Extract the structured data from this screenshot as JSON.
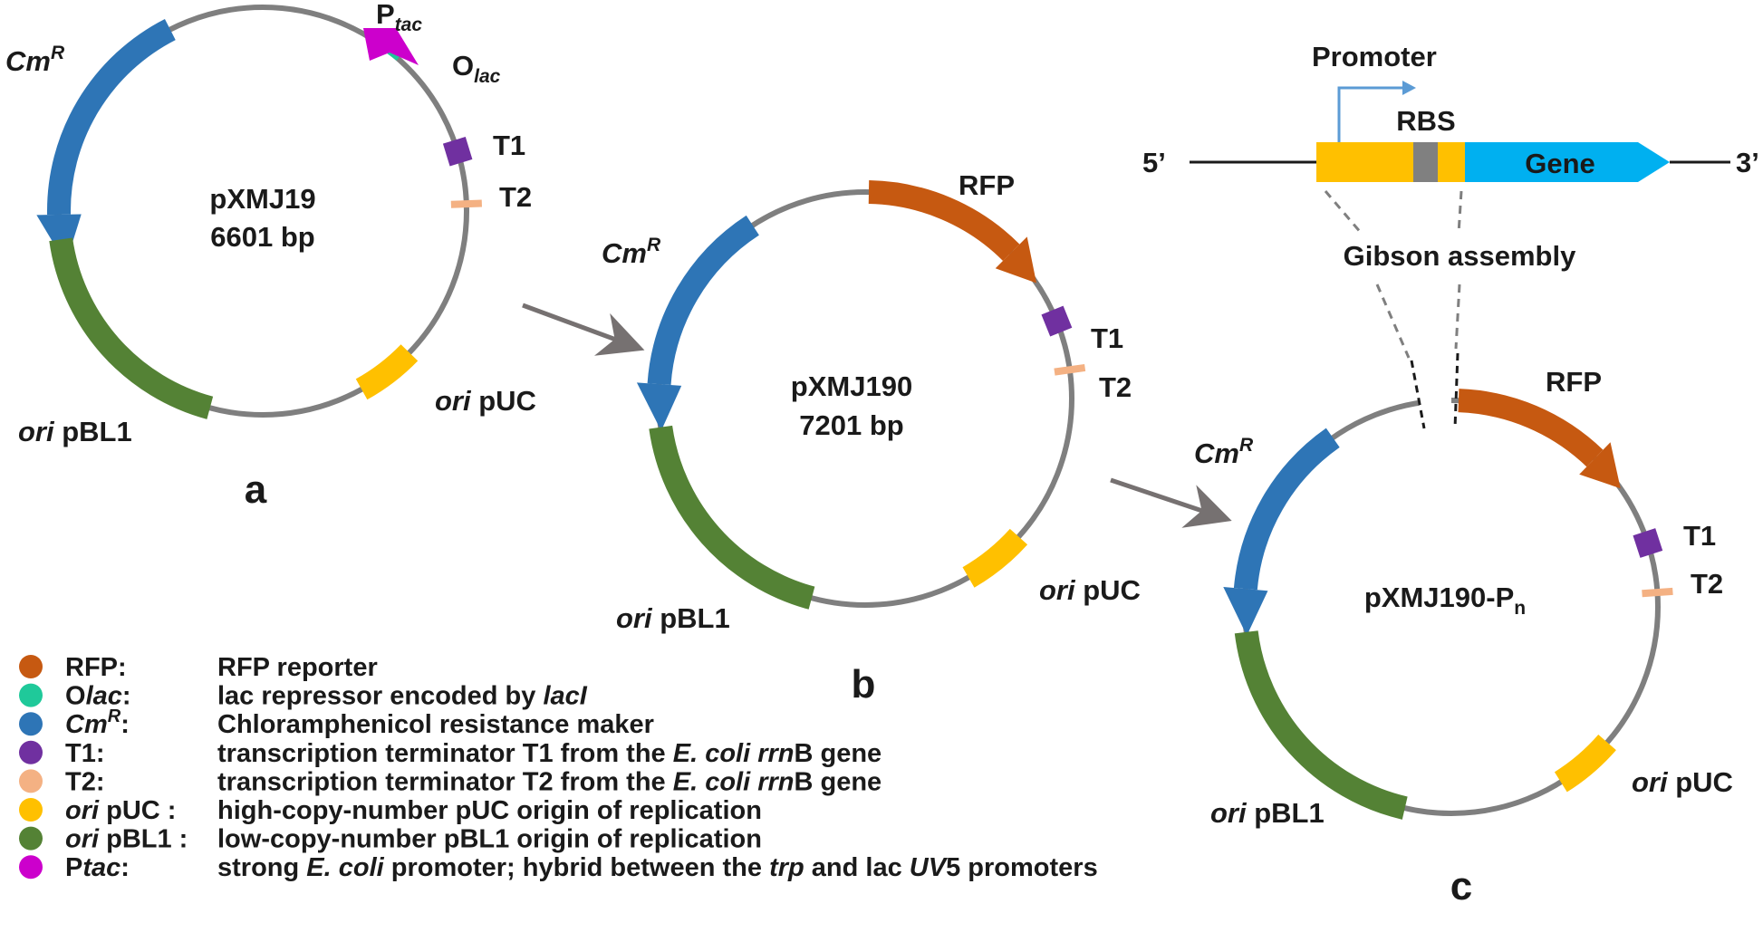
{
  "colors": {
    "rfp": "#c65911",
    "olac": "#1fc99a",
    "cmr": "#2e75b6",
    "t1": "#7030a0",
    "t2": "#f4b183",
    "ori_puc": "#ffc000",
    "ori_pbl1": "#548235",
    "ptac": "#cc00cc",
    "gene": "#00b0f0",
    "rbs": "#808080",
    "promoter_arrow": "#5b9bd5",
    "backbone": "#7f7f7f",
    "process_arrow": "#767171"
  },
  "panel_a": {
    "letter": "a",
    "name": "pXMJ19",
    "size": "6601 bp",
    "labels": {
      "ptac_main": "P",
      "ptac_sub": "tac",
      "olac_main": "O",
      "olac_sub": "lac",
      "t1": "T1",
      "t2": "T2",
      "cmr_main": "Cm",
      "cmr_sup": "R",
      "ori_puc_italic": "ori",
      "ori_puc_rest": " pUC",
      "ori_pbl1_italic": "ori",
      "ori_pbl1_rest": " pBL1"
    }
  },
  "panel_b": {
    "letter": "b",
    "name": "pXMJ190",
    "size": "7201 bp",
    "labels": {
      "rfp": "RFP",
      "cmr_main": "Cm",
      "cmr_sup": "R",
      "t1": "T1",
      "t2": "T2",
      "ori_puc_italic": "ori",
      "ori_puc_rest": " pUC",
      "ori_pbl1_italic": "ori",
      "ori_pbl1_rest": " pBL1"
    }
  },
  "panel_c": {
    "letter": "c",
    "name_main": "pXMJ190-P",
    "name_sub": "n",
    "labels": {
      "rfp": "RFP",
      "cmr_main": "Cm",
      "cmr_sup": "R",
      "t1": "T1",
      "t2": "T2",
      "ori_puc_italic": "ori",
      "ori_puc_rest": " pUC",
      "ori_pbl1_italic": "ori",
      "ori_pbl1_rest": " pBL1"
    },
    "insert": {
      "promoter": "Promoter",
      "rbs": "RBS",
      "gene": "Gene",
      "five_prime": "5’",
      "three_prime": "3’",
      "gibson": "Gibson assembly"
    }
  },
  "legend": [
    {
      "key": "rfp",
      "term": [
        {
          "t": "RFP:",
          "i": false
        }
      ],
      "desc": [
        {
          "t": "RFP reporter",
          "i": false
        }
      ]
    },
    {
      "key": "olac",
      "term": [
        {
          "t": "O",
          "i": false
        },
        {
          "t": "lac",
          "i": true
        },
        {
          "t": ":",
          "i": false
        }
      ],
      "desc": [
        {
          "t": "lac repressor encoded by ",
          "i": false
        },
        {
          "t": "lacI",
          "i": true
        }
      ]
    },
    {
      "key": "cmr",
      "term": [
        {
          "t": "Cm",
          "i": true
        },
        {
          "t": "R",
          "i": true,
          "sup": true
        },
        {
          "t": ":",
          "i": false
        }
      ],
      "desc": [
        {
          "t": "Chloramphenicol resistance maker",
          "i": false
        }
      ]
    },
    {
      "key": "t1",
      "term": [
        {
          "t": "T1:",
          "i": false
        }
      ],
      "desc": [
        {
          "t": "transcription terminator T1 from the ",
          "i": false
        },
        {
          "t": "E. coli rrn",
          "i": true
        },
        {
          "t": "B gene",
          "i": false
        }
      ]
    },
    {
      "key": "t2",
      "term": [
        {
          "t": "T2:",
          "i": false
        }
      ],
      "desc": [
        {
          "t": "transcription terminator T2 from the ",
          "i": false
        },
        {
          "t": "E. coli rrn",
          "i": true
        },
        {
          "t": "B gene",
          "i": false
        }
      ]
    },
    {
      "key": "ori_puc",
      "term": [
        {
          "t": "ori",
          "i": true
        },
        {
          "t": " pUC :",
          "i": false
        }
      ],
      "desc": [
        {
          "t": "high-copy-number pUC origin of replication",
          "i": false
        }
      ]
    },
    {
      "key": "ori_pbl1",
      "term": [
        {
          "t": "ori",
          "i": true
        },
        {
          "t": " pBL1 :",
          "i": false
        }
      ],
      "desc": [
        {
          "t": "low-copy-number  pBL1 origin of replication",
          "i": false
        }
      ]
    },
    {
      "key": "ptac",
      "term": [
        {
          "t": "P",
          "i": false
        },
        {
          "t": "tac",
          "i": true
        },
        {
          "t": ":",
          "i": false
        }
      ],
      "desc": [
        {
          "t": "strong ",
          "i": false
        },
        {
          "t": "E. coli",
          "i": true
        },
        {
          "t": " promoter; hybrid between the ",
          "i": false
        },
        {
          "t": "trp",
          "i": true
        },
        {
          "t": " and lac ",
          "i": false
        },
        {
          "t": "UV",
          "i": true
        },
        {
          "t": "5 promoters",
          "i": false
        }
      ]
    }
  ]
}
